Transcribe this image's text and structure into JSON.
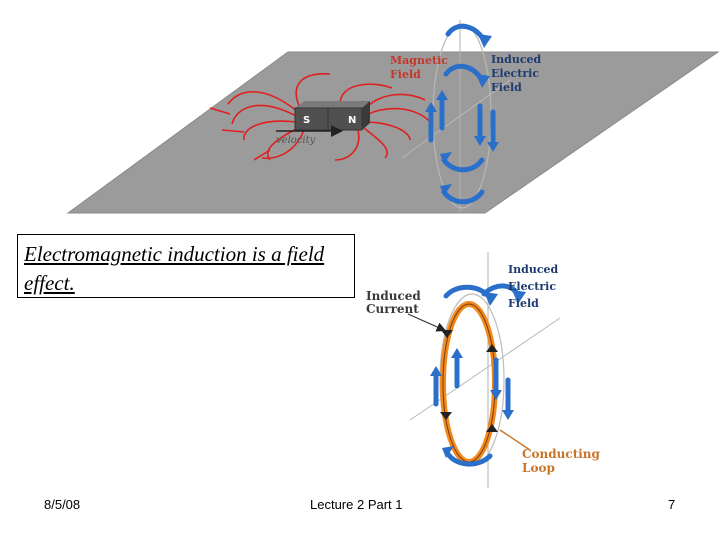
{
  "slide": {
    "title": "Electromagnetic induction is a field effect.",
    "footer": {
      "date": "8/5/08",
      "center": "Lecture 2 Part 1",
      "page": "7"
    }
  },
  "figure_top": {
    "magnetic_field_label": [
      "Magnetic",
      "Field"
    ],
    "induced_field_label": [
      "Induced",
      "Electric",
      "Field"
    ],
    "magnet_poles": {
      "left": "S",
      "right": "N"
    },
    "velocity_label": "velocity"
  },
  "figure_bottom": {
    "induced_current_label": [
      "Induced",
      "Current"
    ],
    "induced_field_label": [
      "Induced",
      "Electric",
      "Field"
    ],
    "conducting_loop_label": [
      "Conducting",
      "Loop"
    ]
  },
  "colors": {
    "plane": "#9b9b9b",
    "field_lines": "#e02020",
    "arrows": "#2a6fc9",
    "loop": "#f08a1e",
    "magnet": "#505050"
  }
}
